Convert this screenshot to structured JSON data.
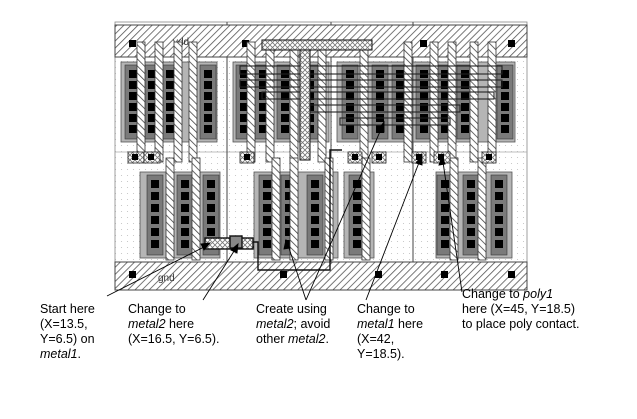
{
  "rail_labels": {
    "vdd": "vdd",
    "gnd": "gnd"
  },
  "colors": {
    "diffusion": "#9a9a9a",
    "metal": "#6f6f6f",
    "well_dots": "#bdbdbd",
    "contact": "#000000",
    "wire": "#1a1a1a"
  },
  "callouts": [
    {
      "id": "start",
      "lines": [
        [
          {
            "t": "Start here"
          }
        ],
        [
          {
            "t": "(X=13.5,"
          }
        ],
        [
          {
            "t": "Y=6.5) on"
          }
        ],
        [
          {
            "t": "metal1",
            "i": true
          },
          {
            "t": "."
          }
        ]
      ]
    },
    {
      "id": "metal2",
      "lines": [
        [
          {
            "t": "Change to"
          }
        ],
        [
          {
            "t": "metal2",
            "i": true
          },
          {
            "t": " here"
          }
        ],
        [
          {
            "t": "(X=16.5, Y=6.5)."
          }
        ]
      ]
    },
    {
      "id": "create",
      "lines": [
        [
          {
            "t": "Create using"
          }
        ],
        [
          {
            "t": "metal2",
            "i": true
          },
          {
            "t": "; avoid"
          }
        ],
        [
          {
            "t": "other "
          },
          {
            "t": "metal2",
            "i": true
          },
          {
            "t": "."
          }
        ]
      ]
    },
    {
      "id": "metal1",
      "lines": [
        [
          {
            "t": "Change to"
          }
        ],
        [
          {
            "t": "metal1",
            "i": true
          },
          {
            "t": " here"
          }
        ],
        [
          {
            "t": "(X=42,"
          }
        ],
        [
          {
            "t": "Y=18.5)."
          }
        ]
      ]
    },
    {
      "id": "poly1",
      "lines": [
        [
          {
            "t": "Change to "
          },
          {
            "t": "poly1",
            "i": true
          }
        ],
        [
          {
            "t": "here (X=45, Y=18.5)"
          }
        ],
        [
          {
            "t": "to place poly contact."
          }
        ]
      ]
    }
  ]
}
